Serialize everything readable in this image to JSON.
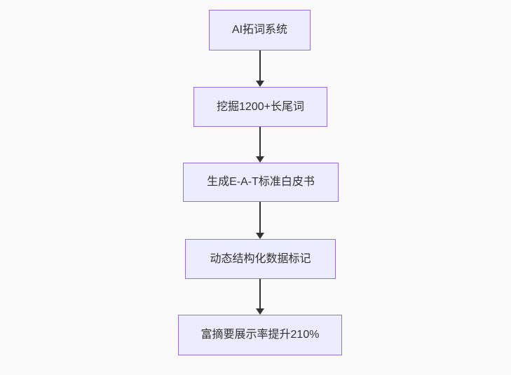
{
  "diagram": {
    "type": "flowchart",
    "direction": "top-down",
    "nodes": [
      {
        "id": "A",
        "label": "AI拓词系统"
      },
      {
        "id": "B",
        "label": "挖掘1200+长尾词"
      },
      {
        "id": "C",
        "label": "生成E-A-T标准白皮书"
      },
      {
        "id": "D",
        "label": "动态结构化数据标记"
      },
      {
        "id": "E",
        "label": "富摘要展示率提升210%"
      }
    ],
    "edges": [
      {
        "from": "A",
        "to": "B"
      },
      {
        "from": "B",
        "to": "C"
      },
      {
        "from": "C",
        "to": "D"
      },
      {
        "from": "D",
        "to": "E"
      }
    ],
    "colors": {
      "node_fill": "#ececff",
      "node_border": "#9370db",
      "node_text": "#333333",
      "arrow": "#333333",
      "background": "#fafafa"
    }
  }
}
